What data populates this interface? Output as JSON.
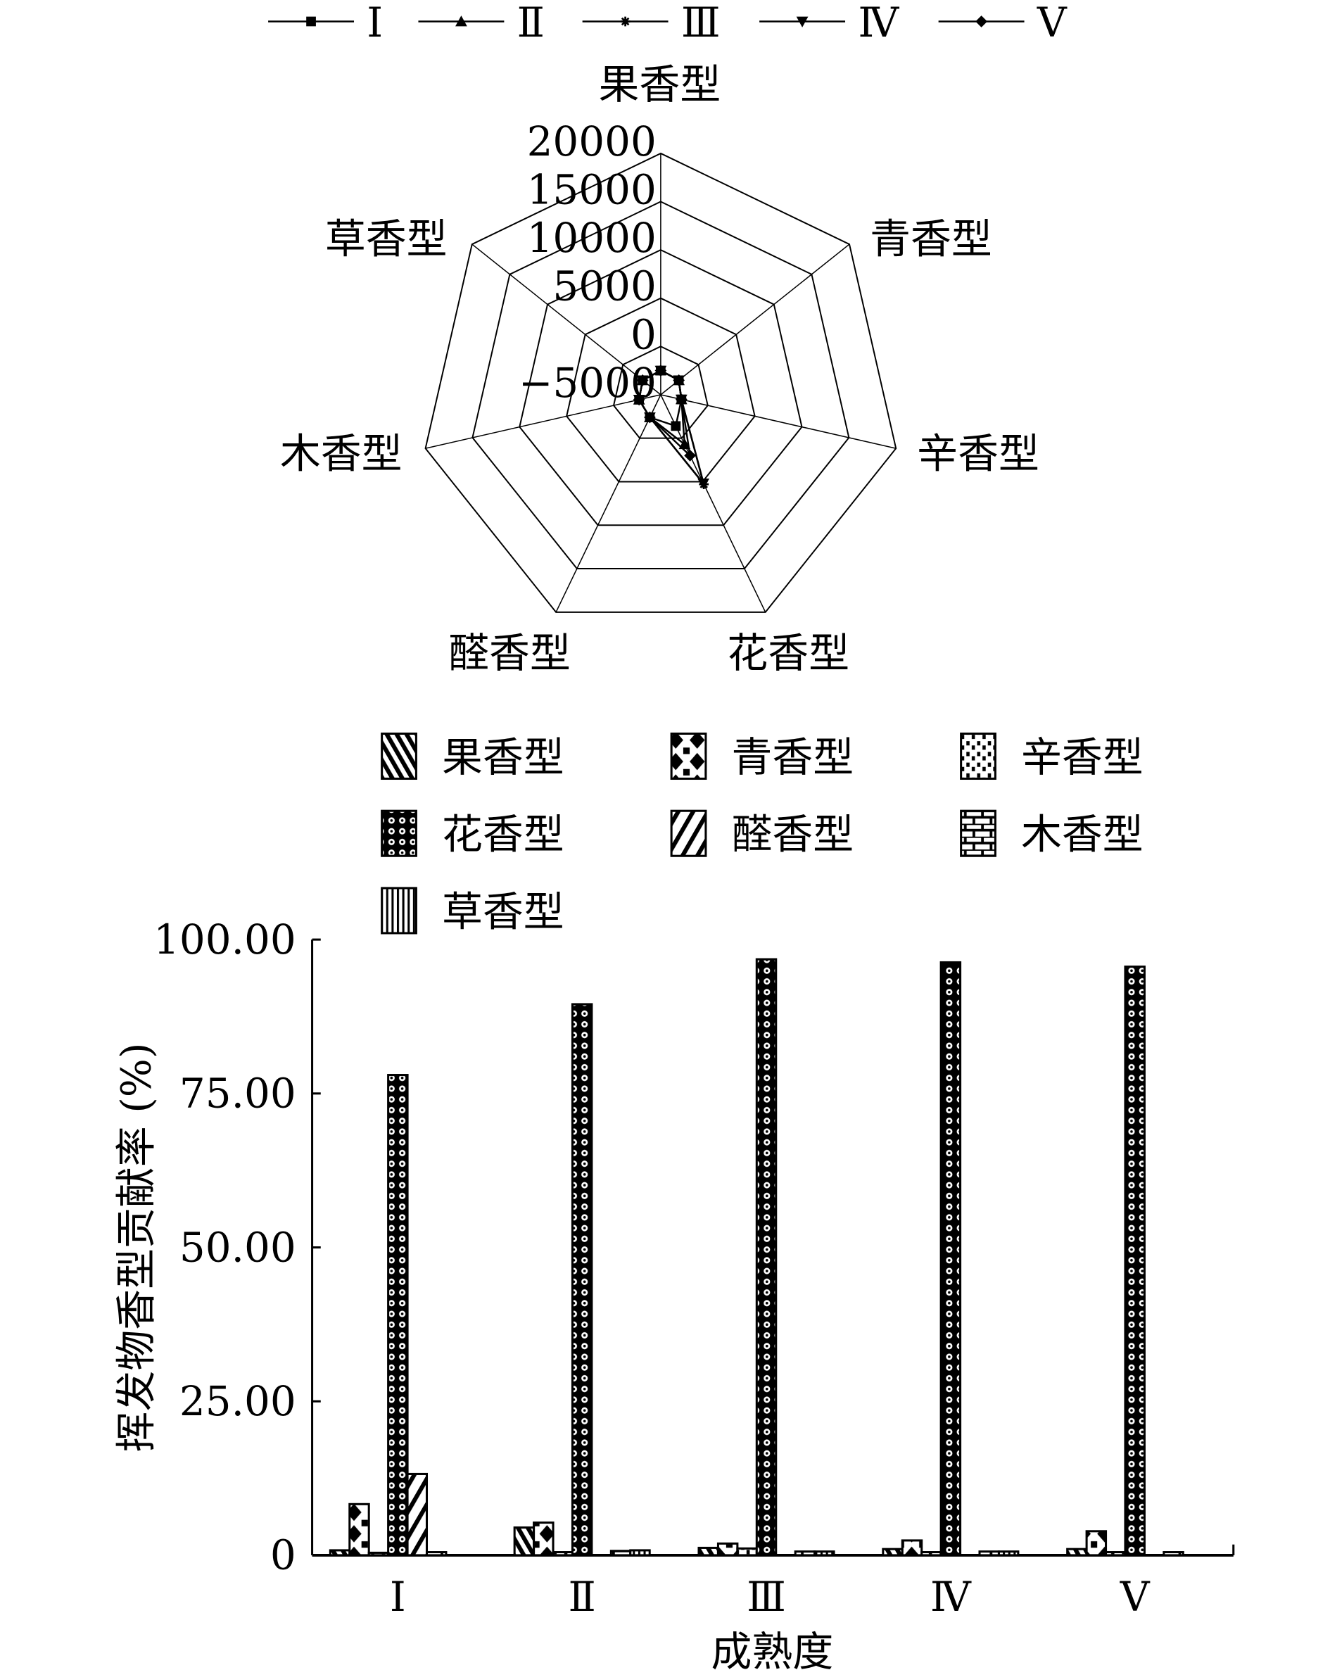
{
  "chart_data": [
    {
      "type": "radar",
      "axes": [
        "果香型",
        "青香型",
        "辛香型",
        "花香型",
        "醛香型",
        "木香型",
        "草香型"
      ],
      "rlim": [
        -5000,
        20000
      ],
      "r_ticks": [
        "20000",
        "15000",
        "10000",
        "5000",
        "0",
        "−5000"
      ],
      "r_tick_values": [
        20000,
        15000,
        10000,
        5000,
        0,
        -5000
      ],
      "legend": "top",
      "series": [
        {
          "name": "Ⅰ",
          "marker": "square",
          "values": [
            -2500,
            -2600,
            -2800,
            -1400,
            -2400,
            -2700,
            -2600
          ]
        },
        {
          "name": "Ⅱ",
          "marker": "triangle-up",
          "values": [
            -2500,
            -2600,
            -2800,
            700,
            -2400,
            -2700,
            -2600
          ]
        },
        {
          "name": "Ⅲ",
          "marker": "asterisk",
          "values": [
            -2500,
            -2600,
            -2800,
            5300,
            -2400,
            -2700,
            -2600
          ]
        },
        {
          "name": "Ⅳ",
          "marker": "triangle-down",
          "values": [
            -2500,
            -2600,
            -2800,
            5200,
            -2400,
            -2700,
            -2600
          ]
        },
        {
          "name": "Ⅴ",
          "marker": "diamond",
          "values": [
            -2500,
            -2600,
            -2800,
            2000,
            -2400,
            -2700,
            -2600
          ]
        }
      ]
    },
    {
      "type": "bar",
      "categories": [
        "Ⅰ",
        "Ⅱ",
        "Ⅲ",
        "Ⅳ",
        "Ⅴ"
      ],
      "xlabel": "成熟度",
      "ylabel": "挥发物香型贡献率 (%)",
      "ylim": [
        0,
        100
      ],
      "y_ticks": [
        "0",
        "25.00",
        "50.00",
        "75.00",
        "100.00"
      ],
      "y_tick_values": [
        0,
        25,
        50,
        75,
        100
      ],
      "legend": "top",
      "series": [
        {
          "name": "果香型",
          "pattern": "diag-back",
          "values": [
            0.8,
            4.5,
            1.2,
            1.0,
            1.0
          ]
        },
        {
          "name": "青香型",
          "pattern": "diamonds",
          "values": [
            8.3,
            5.3,
            1.9,
            2.4,
            3.9
          ]
        },
        {
          "name": "辛香型",
          "pattern": "speckle",
          "values": [
            0.4,
            0.5,
            1.1,
            0.5,
            0.5
          ]
        },
        {
          "name": "花香型",
          "pattern": "circles",
          "values": [
            78.0,
            89.5,
            96.8,
            96.3,
            95.6
          ]
        },
        {
          "name": "醛香型",
          "pattern": "diag-fwd",
          "values": [
            13.2,
            0.0,
            0.0,
            0.0,
            0.0
          ]
        },
        {
          "name": "木香型",
          "pattern": "brick",
          "values": [
            0.5,
            0.7,
            0.6,
            0.6,
            0.5
          ]
        },
        {
          "name": "草香型",
          "pattern": "vertical",
          "values": [
            0.0,
            0.8,
            0.6,
            0.6,
            0.0
          ]
        }
      ]
    }
  ]
}
